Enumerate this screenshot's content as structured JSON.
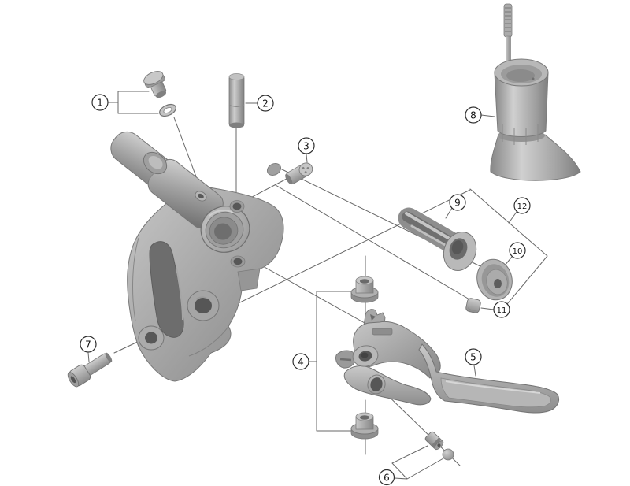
{
  "figure": {
    "kind": "exploded-parts-diagram",
    "background": "#ffffff",
    "colors": {
      "leader_line": "#676767",
      "callout_stroke": "#2f2f2f",
      "metal_light": "#cdcdcd",
      "metal_mid": "#a5a5a5",
      "metal_dark": "#6f6f6f",
      "hole_dark": "#565656"
    },
    "callouts": [
      {
        "label": "1"
      },
      {
        "label": "2"
      },
      {
        "label": "3"
      },
      {
        "label": "4"
      },
      {
        "label": "5"
      },
      {
        "label": "6"
      },
      {
        "label": "7"
      },
      {
        "label": "8"
      },
      {
        "label": "9"
      },
      {
        "label": "10"
      },
      {
        "label": "11"
      },
      {
        "label": "12"
      }
    ]
  }
}
